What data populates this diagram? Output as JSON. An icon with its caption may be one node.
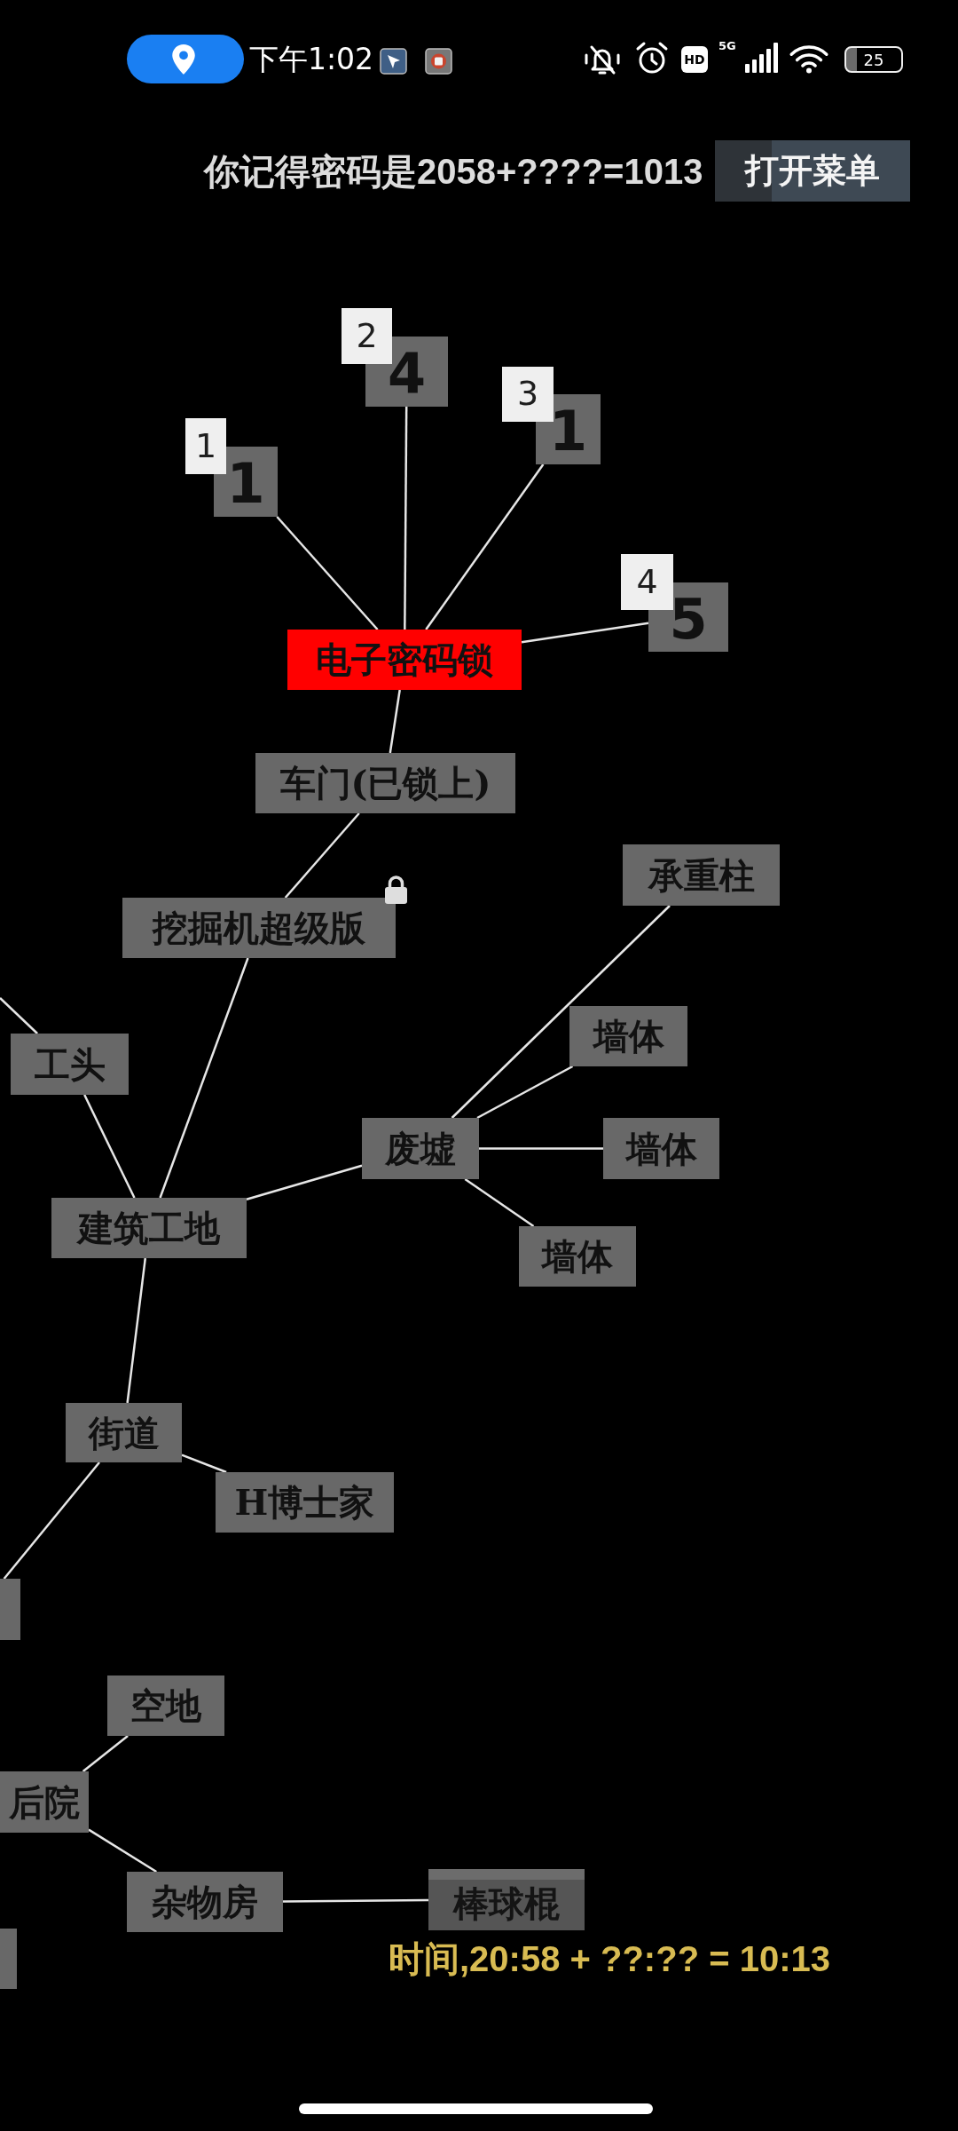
{
  "diagram": {
    "title": "你记得密码是2058+????=1013",
    "nodes": [
      {
        "text": [
          "1"
        ]
      },
      {
        "text": [
          "1"
        ]
      },
      {
        "text": [
          "2"
        ]
      },
      {
        "text": [
          "4"
        ]
      },
      {
        "text": [
          "3"
        ]
      },
      {
        "text": [
          "1"
        ]
      },
      {
        "text": [
          "4"
        ]
      },
      {
        "text": [
          "5"
        ]
      },
      {
        "text": [
          "电子密码锁"
        ]
      },
      {
        "text": [
          "车门(已锁上)"
        ]
      },
      {
        "text": [
          "挖掘机超级版"
        ]
      },
      {
        "text": [
          "承重柱"
        ]
      },
      {
        "text": [
          "墙体"
        ]
      },
      {
        "text": [
          "工头"
        ]
      },
      {
        "text": [
          "废墟"
        ]
      },
      {
        "text": [
          "墙体"
        ]
      },
      {
        "text": [
          "建筑工地"
        ]
      },
      {
        "text": [
          "墙体"
        ]
      },
      {
        "text": [
          "街道"
        ]
      },
      {
        "text": [
          "H博士家"
        ]
      },
      {
        "text": [],
        "shape": "box"
      },
      {
        "text": [
          "空地"
        ]
      },
      {
        "text": [
          "后院"
        ]
      },
      {
        "text": [
          "杂物房"
        ]
      },
      {
        "text": [
          "棒球棍"
        ]
      },
      {
        "text": [],
        "shape": "box"
      }
    ],
    "edges": [
      {
        "from": 8,
        "to": 1,
        "arrow": "none"
      },
      {
        "from": 8,
        "to": 3,
        "arrow": "none"
      },
      {
        "from": 8,
        "to": 5,
        "arrow": "none"
      },
      {
        "from": 8,
        "to": 7,
        "arrow": "none"
      },
      {
        "from": 8,
        "to": 9,
        "arrow": "none"
      },
      {
        "from": 9,
        "to": 10,
        "arrow": "none"
      },
      {
        "from": 10,
        "to": 16,
        "arrow": "none"
      },
      {
        "from": 13,
        "to": 16,
        "arrow": "none"
      },
      {
        "from": null,
        "to": 13,
        "arrow": "none"
      },
      {
        "from": 16,
        "to": 14,
        "arrow": "none"
      },
      {
        "from": 14,
        "to": 11,
        "arrow": "none"
      },
      {
        "from": 14,
        "to": 12,
        "arrow": "none"
      },
      {
        "from": 14,
        "to": 15,
        "arrow": "none"
      },
      {
        "from": 14,
        "to": 17,
        "arrow": "none"
      },
      {
        "from": 16,
        "to": 18,
        "arrow": "none"
      },
      {
        "from": 18,
        "to": 19,
        "arrow": "none"
      },
      {
        "from": 18,
        "to": 20,
        "arrow": "none"
      },
      {
        "from": 22,
        "to": 21,
        "arrow": "none"
      },
      {
        "from": 22,
        "to": 23,
        "arrow": "none"
      },
      {
        "from": 23,
        "to": 24,
        "arrow": "none"
      }
    ],
    "labels": [
      "下午1:02",
      "HD",
      "5G",
      "25",
      "打开菜单",
      "时间,20:58 + ??:?? = 10:13"
    ]
  }
}
